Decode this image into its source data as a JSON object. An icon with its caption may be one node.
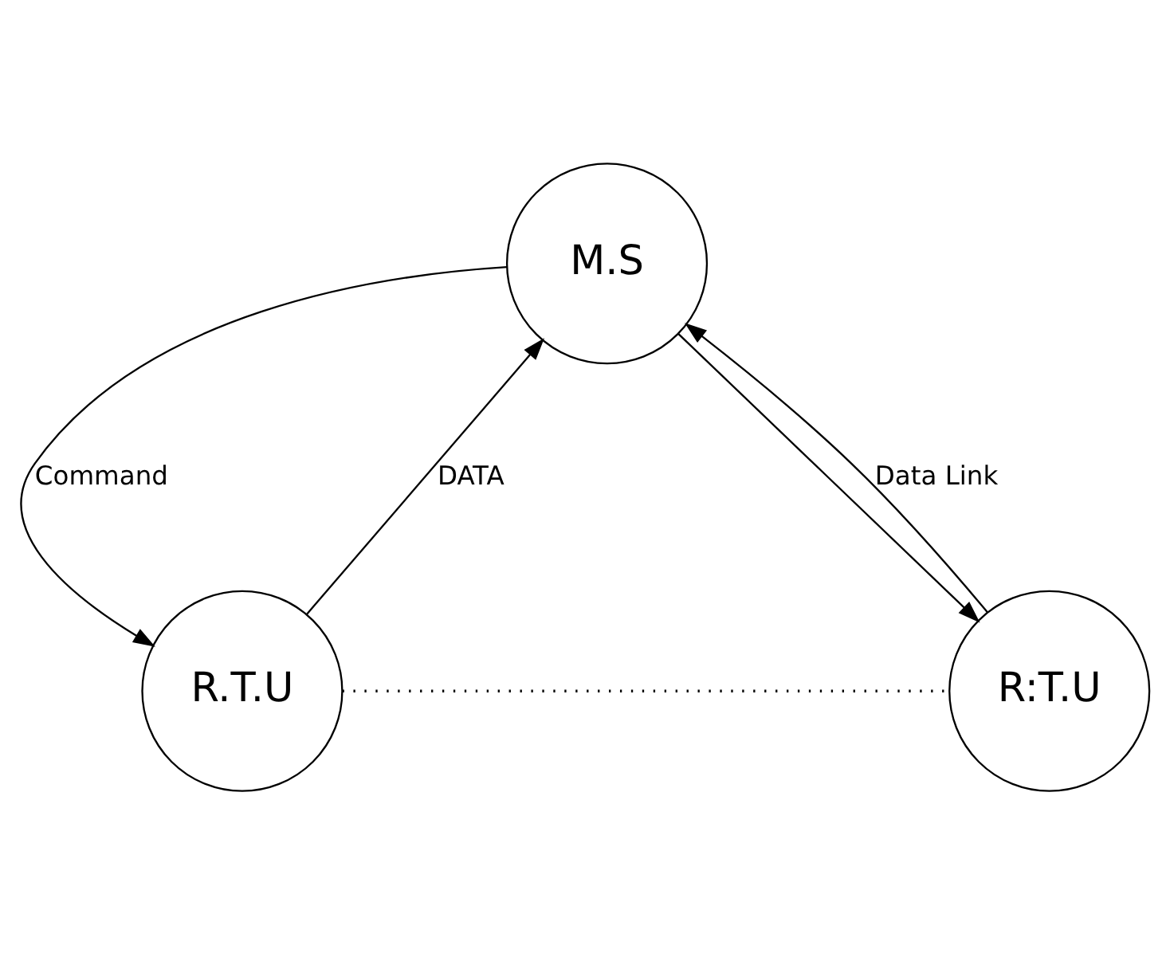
{
  "diagram": {
    "nodes": [
      {
        "text": [
          "M.S"
        ]
      },
      {
        "text": [
          "R.T.U"
        ]
      },
      {
        "text": [
          "R:T.U"
        ]
      }
    ],
    "edges": [
      {
        "from": 0,
        "to": 1,
        "arrow": "to",
        "label": "Command"
      },
      {
        "from": 1,
        "to": 0,
        "arrow": "to",
        "label": "DATA"
      },
      {
        "from": 0,
        "to": 2,
        "arrow": "to"
      },
      {
        "from": 2,
        "to": 0,
        "arrow": "to",
        "label": "Data Link"
      },
      {
        "from": 1,
        "to": 2,
        "arrow": "none",
        "style": "dashed"
      }
    ]
  }
}
